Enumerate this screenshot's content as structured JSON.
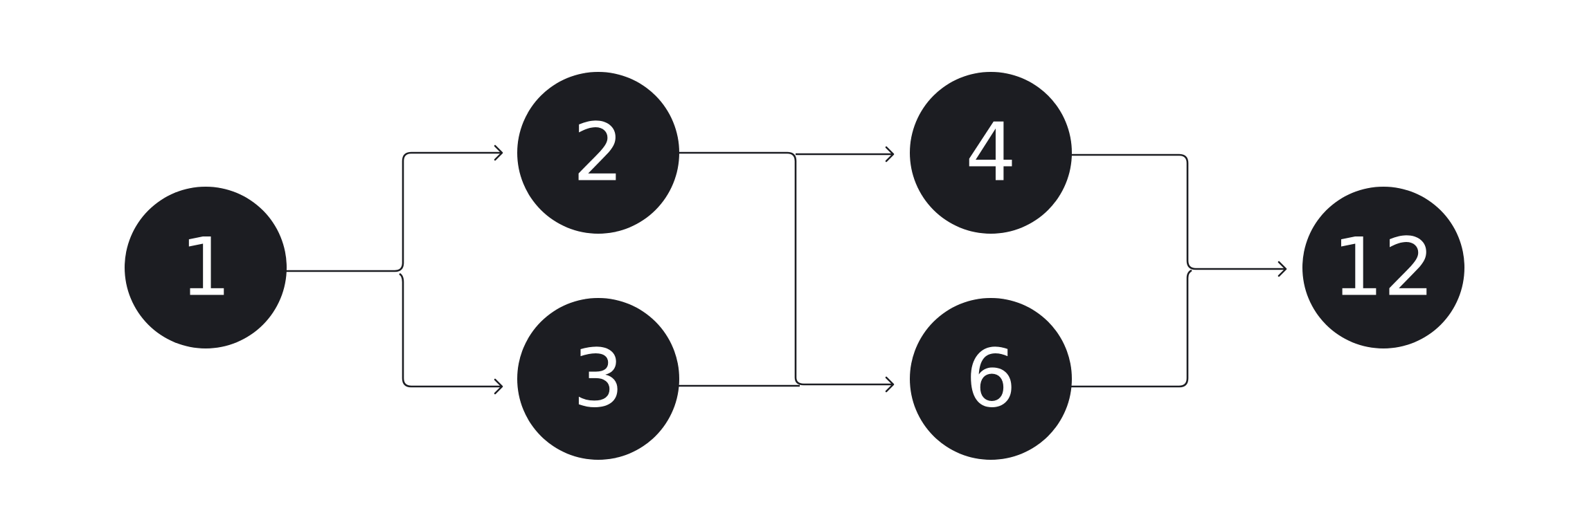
{
  "diagram": {
    "node_color": "#1c1d22",
    "label_color": "#ffffff",
    "edge_color": "#1c1d22",
    "nodes": [
      {
        "id": "n1",
        "label": "1"
      },
      {
        "id": "n2",
        "label": "2"
      },
      {
        "id": "n3",
        "label": "3"
      },
      {
        "id": "n4",
        "label": "4"
      },
      {
        "id": "n6",
        "label": "6"
      },
      {
        "id": "n12",
        "label": "12"
      }
    ],
    "edges": [
      {
        "from": "n1",
        "to": "n2"
      },
      {
        "from": "n1",
        "to": "n3"
      },
      {
        "from": "n2",
        "to": "n4"
      },
      {
        "from": "n2",
        "to": "n6"
      },
      {
        "from": "n3",
        "to": "n6"
      },
      {
        "from": "n4",
        "to": "n12"
      },
      {
        "from": "n6",
        "to": "n12"
      }
    ]
  }
}
